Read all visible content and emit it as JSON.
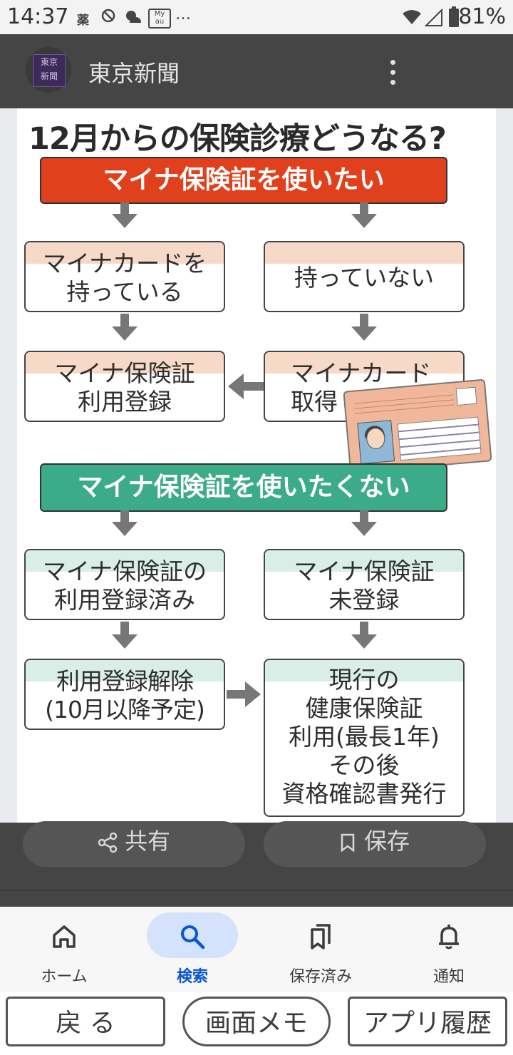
{
  "status_bar": {
    "time": "14:37",
    "notification_icons": [
      "薬",
      "ﾌﾞﾛｯｸ",
      "weather",
      "My au",
      "…"
    ],
    "battery": "81%"
  },
  "header": {
    "logo_text": "東京新聞",
    "logo_line1": "東京",
    "logo_line2": "新聞",
    "publisher": "東京新聞",
    "menu_icon": "more-vert-icon"
  },
  "infographic": {
    "title": "12月からの保険診療どうなる?",
    "banner_want": "マイナ保険証を使いたい",
    "banner_dont_want": "マイナ保険証を使いたくない",
    "box_have_card": "マイナカードを\n持っている",
    "box_no_card": "持っていない",
    "box_register": "マイナ保険証\n利用登録",
    "box_get_card": "マイナカード\n取得",
    "box_registered": "マイナ保険証の\n利用登録済み",
    "box_unregistered": "マイナ保険証\n未登録",
    "box_cancel": "利用登録解除\n(10月以降予定)",
    "box_current": "現行の\n健康保険証\n利用(最長1年)\nその後\n資格確認書発行",
    "colors": {
      "want": "#e0411c",
      "dont_want": "#3cab88",
      "pink": "#f7d9c7",
      "mint": "#d9efe6"
    }
  },
  "actions": {
    "share_label": "共有",
    "save_label": "保存"
  },
  "bottom_nav": {
    "items": [
      {
        "label": "ホーム",
        "icon": "home-icon"
      },
      {
        "label": "検索",
        "icon": "search-icon",
        "active": true
      },
      {
        "label": "保存済み",
        "icon": "bookmarks-icon"
      },
      {
        "label": "通知",
        "icon": "bell-icon"
      }
    ]
  },
  "system_buttons": {
    "back": "戻 る",
    "memo": "画面メモ",
    "history": "アプリ履歴"
  }
}
